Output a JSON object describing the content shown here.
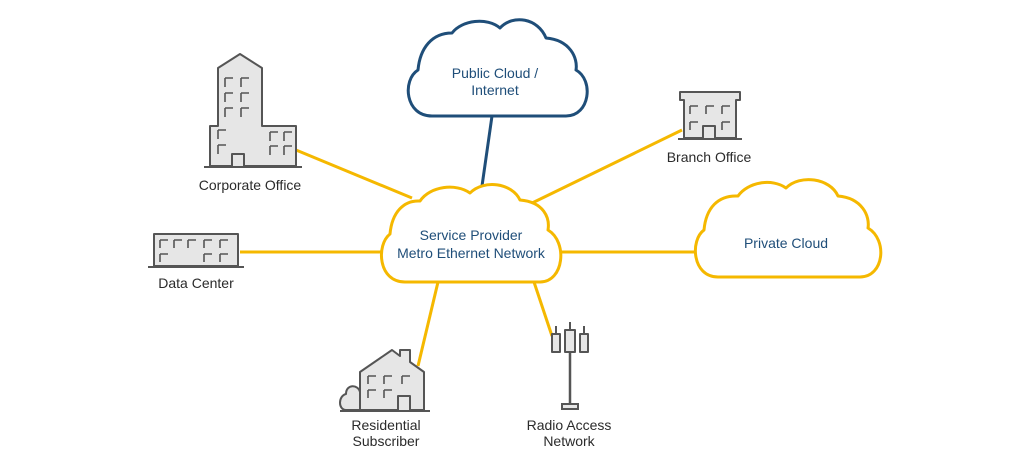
{
  "colors": {
    "link_yellow": "#f5b800",
    "link_navy": "#1f4e79",
    "icon_stroke": "#555555",
    "icon_fill": "#e6e6e6",
    "label_text": "#2b2b2b"
  },
  "nodes": {
    "public_cloud": {
      "line1": "Public Cloud /",
      "line2": "Internet",
      "icon": "cloud-icon"
    },
    "service_provider": {
      "line1": "Service Provider",
      "line2": "Metro Ethernet Network",
      "icon": "cloud-icon"
    },
    "private_cloud": {
      "label": "Private Cloud",
      "icon": "cloud-icon"
    },
    "corporate_office": {
      "label": "Corporate Office",
      "icon": "office-building-icon"
    },
    "branch_office": {
      "label": "Branch Office",
      "icon": "branch-building-icon"
    },
    "data_center": {
      "label": "Data Center",
      "icon": "data-center-icon"
    },
    "residential": {
      "line1": "Residential",
      "line2": "Subscriber",
      "icon": "house-icon"
    },
    "radio_access": {
      "line1": "Radio Access",
      "line2": "Network",
      "icon": "cell-tower-icon"
    }
  }
}
